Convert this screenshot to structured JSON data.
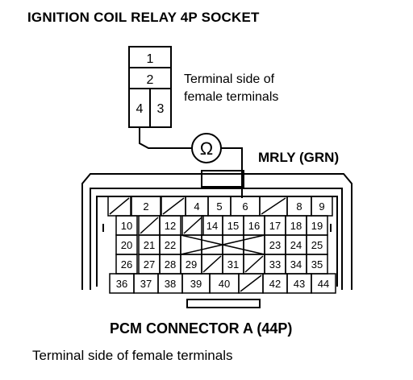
{
  "relay": {
    "title": "IGNITION COIL RELAY 4P SOCKET",
    "caption_line1": "Terminal side of",
    "caption_line2": "female terminals",
    "terminals": [
      "1",
      "2",
      "4",
      "3"
    ]
  },
  "wire": {
    "label": "MRLY (GRN)",
    "meter_symbol": "Ω"
  },
  "pcm": {
    "title": "PCM CONNECTOR A (44P)",
    "caption": "Terminal side of female terminals",
    "rows": [
      [
        "",
        "2",
        "",
        "4",
        "5",
        "6",
        "",
        "8",
        "9"
      ],
      [
        "10",
        "",
        "12",
        "",
        "14",
        "15",
        "16",
        "17",
        "18",
        "19"
      ],
      [
        "20",
        "21",
        "22",
        "",
        "",
        "",
        "",
        "23",
        "24",
        "25"
      ],
      [
        "26",
        "27",
        "28",
        "29",
        "",
        "31",
        "",
        "33",
        "34",
        "35"
      ],
      [
        "36",
        "37",
        "38",
        "39",
        "40",
        "",
        "42",
        "43",
        "44"
      ]
    ]
  }
}
